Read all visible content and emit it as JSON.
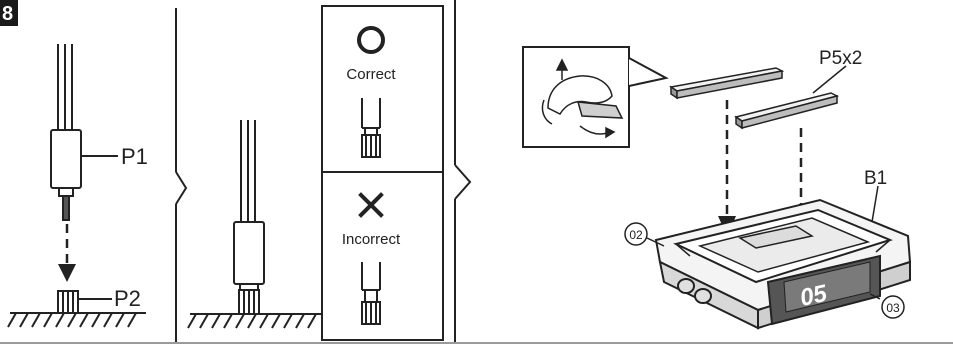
{
  "step": {
    "number": "8"
  },
  "labels": {
    "p1": "P1",
    "p2": "P2",
    "p5": "P5x2",
    "b1": "B1",
    "c02": "02",
    "c03": "03",
    "display": "05"
  },
  "checks": {
    "correct": {
      "symbol": "O",
      "label": "Correct"
    },
    "incorrect": {
      "symbol": "X",
      "label": "Incorrect"
    }
  },
  "icons": [
    "step-badge-icon",
    "cable-icon",
    "connector-icon",
    "ground-hatch-icon",
    "correct-circle-icon",
    "incorrect-cross-icon",
    "peel-hand-icon",
    "adhesive-strip-icon",
    "device-holder-icon"
  ],
  "colors": {
    "line": "#222222",
    "fill_light": "#e6e6e6",
    "fill_mid": "#bdbdbd",
    "fill_dark": "#555555",
    "badge": "#1a1a1a"
  }
}
